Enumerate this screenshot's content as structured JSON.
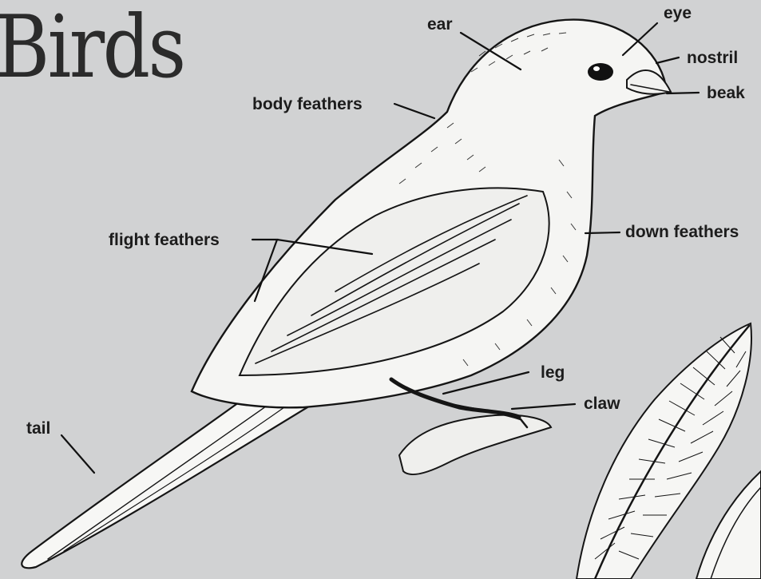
{
  "title": "Birds",
  "labels": {
    "ear": "ear",
    "eye": "eye",
    "nostril": "nostril",
    "beak": "beak",
    "body_feathers": "body feathers",
    "flight_feathers": "flight feathers",
    "down_feathers": "down feathers",
    "leg": "leg",
    "claw": "claw",
    "tail": "tail"
  },
  "colors": {
    "background": "#d1d2d3",
    "ink": "#151515",
    "bird_fill": "#f4f4f2"
  }
}
